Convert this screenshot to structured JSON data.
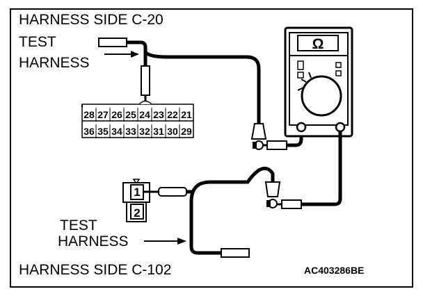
{
  "labels": {
    "title_top": "HARNESS SIDE C-20",
    "test_harness_top_1": "TEST",
    "test_harness_top_2": "HARNESS",
    "test_harness_bottom_1": "TEST",
    "test_harness_bottom_2": "HARNESS",
    "title_bottom": "HARNESS SIDE C-102",
    "figure_code": "AC403286BE"
  },
  "meter": {
    "symbol": "Ω"
  },
  "connector_c20": {
    "row_top": [
      "28",
      "27",
      "26",
      "25",
      "24",
      "23",
      "22",
      "21"
    ],
    "row_bottom": [
      "36",
      "35",
      "34",
      "33",
      "32",
      "31",
      "30",
      "29"
    ]
  },
  "connector_c102": {
    "pins": [
      "1",
      "2"
    ]
  },
  "colors": {
    "ink": "#000000",
    "paper": "#ffffff"
  }
}
